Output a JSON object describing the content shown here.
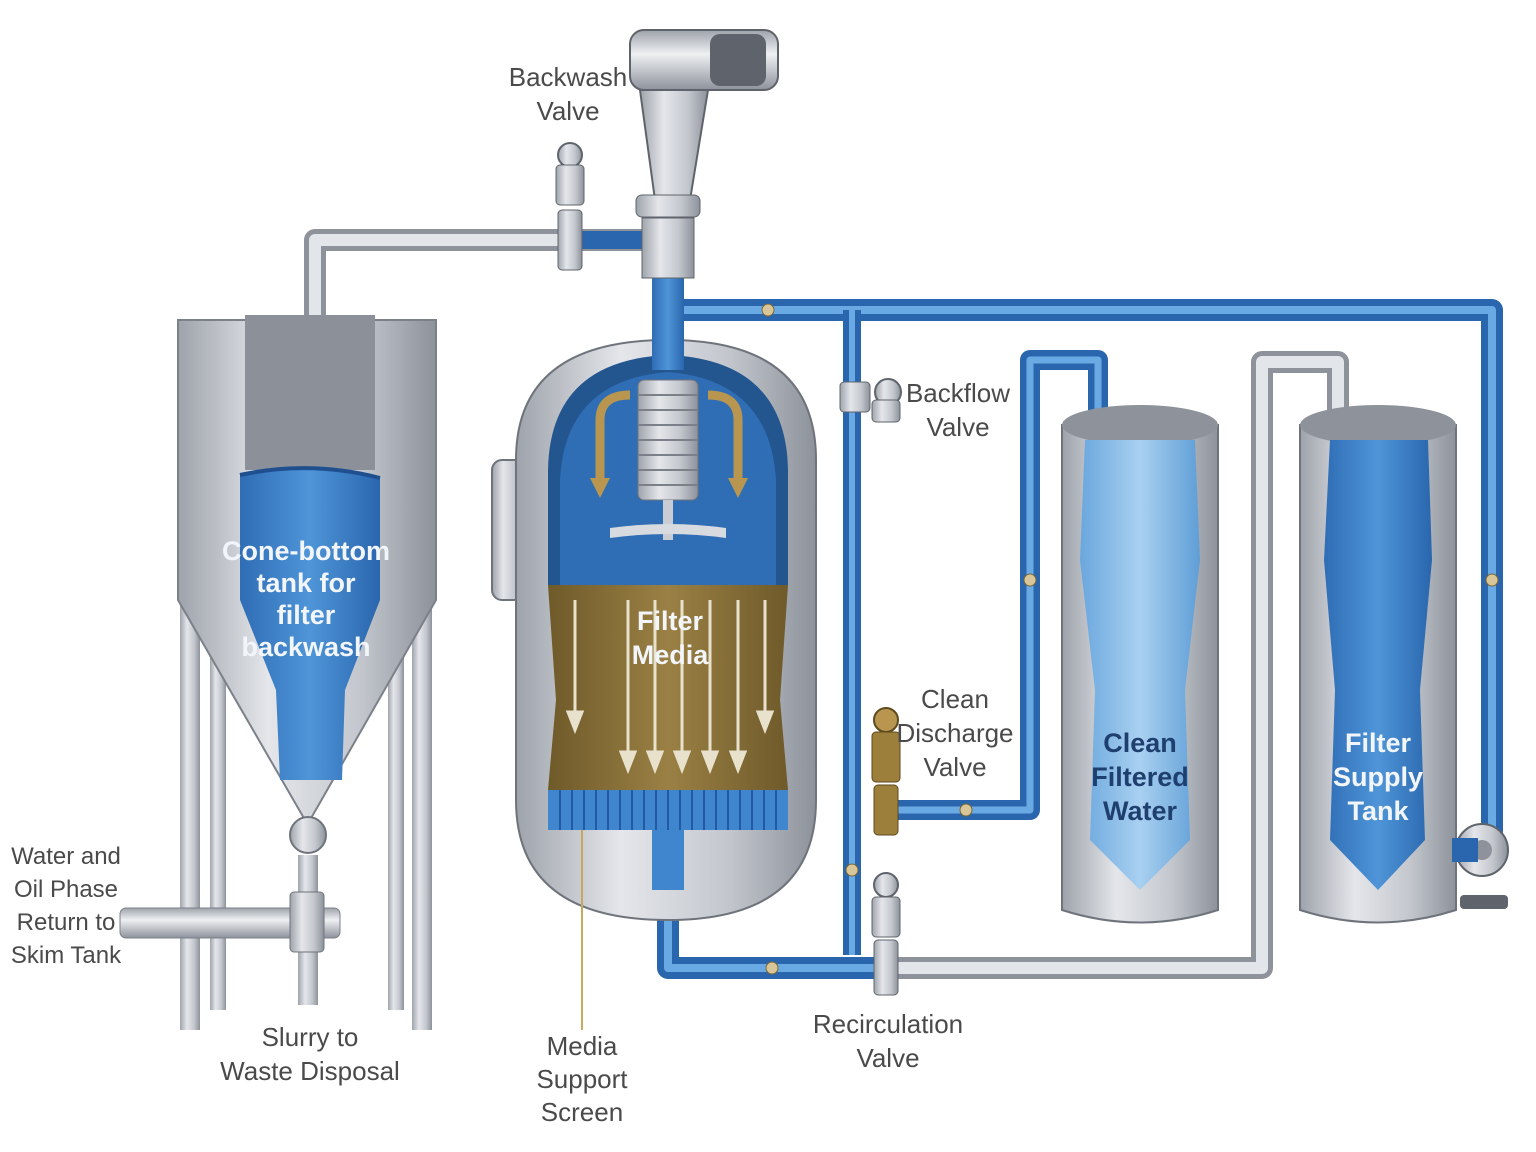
{
  "colors": {
    "steel": "#c9ccd2",
    "steel_dark": "#8d929b",
    "water": "#3d7fc7",
    "water_dark": "#1f5aa3",
    "media": "#8a7139",
    "pipe_blue": "#3f86cf",
    "valve_brass": "#9c7f3a"
  },
  "labels": {
    "backwash_valve_1": "Backwash",
    "backwash_valve_2": "Valve",
    "backflow_valve_1": "Backflow",
    "backflow_valve_2": "Valve",
    "clean_discharge_1": "Clean",
    "clean_discharge_2": "Discharge",
    "clean_discharge_3": "Valve",
    "recirculation_1": "Recirculation",
    "recirculation_2": "Valve",
    "media_support_1": "Media",
    "media_support_2": "Support",
    "media_support_3": "Screen",
    "slurry_1": "Slurry to",
    "slurry_2": "Waste Disposal",
    "water_oil_1": "Water and",
    "water_oil_2": "Oil Phase",
    "water_oil_3": "Return to",
    "water_oil_4": "Skim Tank"
  },
  "tank_labels": {
    "cone_1": "Cone-bottom",
    "cone_2": "tank for",
    "cone_3": "filter",
    "cone_4": "backwash",
    "filter_media_1": "Filter",
    "filter_media_2": "Media",
    "clean_1": "Clean",
    "clean_2": "Filtered",
    "clean_3": "Water",
    "supply_1": "Filter",
    "supply_2": "Supply",
    "supply_3": "Tank"
  },
  "icons": [
    "motor-icon",
    "valve-icon",
    "pump-icon",
    "flow-arrow-icon"
  ]
}
